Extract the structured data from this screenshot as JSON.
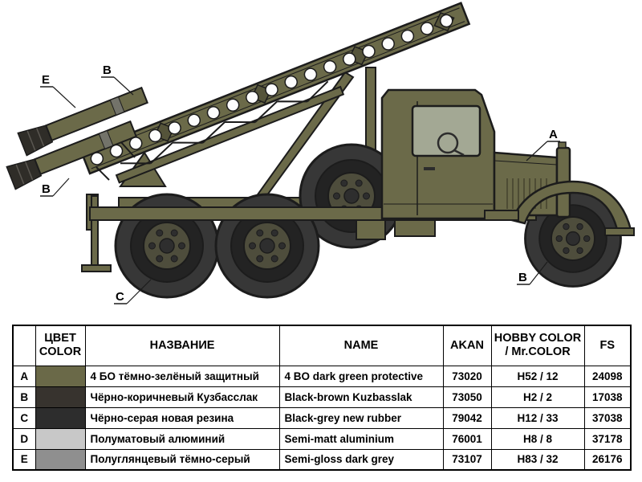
{
  "figure": {
    "callouts": {
      "a": "A",
      "b": "B",
      "c": "C",
      "e": "E"
    }
  },
  "colors": {
    "body": "#6b6a49",
    "body-dark": "#55543a",
    "outline": "#1c1c1c",
    "tire": "#373737",
    "tire-inner": "#232323",
    "hub": "#4e4d3c",
    "hub-center": "#2e2e2e",
    "fins": "#2f2d28",
    "window": "#a3a894",
    "hole": "#fdfdfd",
    "band": "#73736a"
  },
  "table": {
    "headers": {
      "letter": "",
      "color_l1": "ЦВЕТ",
      "color_l2": "COLOR",
      "name_ru": "НАЗВАНИЕ",
      "name_en": "NAME",
      "akan": "AKAN",
      "hobby_l1": "HOBBY COLOR",
      "hobby_l2": "/ Mr.COLOR",
      "fs": "FS"
    },
    "rows": [
      {
        "letter": "A",
        "swatch": "#6a6948",
        "name_ru": "4 БО тёмно-зелёный защитный",
        "name_en": "4 BO dark green protective",
        "akan": "73020",
        "hobby": "H52 / 12",
        "fs": "24098"
      },
      {
        "letter": "B",
        "swatch": "#37332e",
        "name_ru": "Чёрно-коричневый Кузбасслак",
        "name_en": "Black-brown Kuzbasslak",
        "akan": "73050",
        "hobby": "H2 / 2",
        "fs": "17038"
      },
      {
        "letter": "C",
        "swatch": "#2d2d2d",
        "name_ru": "Чёрно-серая новая резина",
        "name_en": "Black-grey new rubber",
        "akan": "79042",
        "hobby": "H12 / 33",
        "fs": "37038"
      },
      {
        "letter": "D",
        "swatch": "#c8c8c8",
        "name_ru": "Полуматовый алюминий",
        "name_en": "Semi-matt aluminium",
        "akan": "76001",
        "hobby": "H8 / 8",
        "fs": "37178"
      },
      {
        "letter": "E",
        "swatch": "#8f8f8f",
        "name_ru": "Полуглянцевый тёмно-серый",
        "name_en": "Semi-gloss dark grey",
        "akan": "73107",
        "hobby": "H83 / 32",
        "fs": "26176"
      }
    ]
  }
}
